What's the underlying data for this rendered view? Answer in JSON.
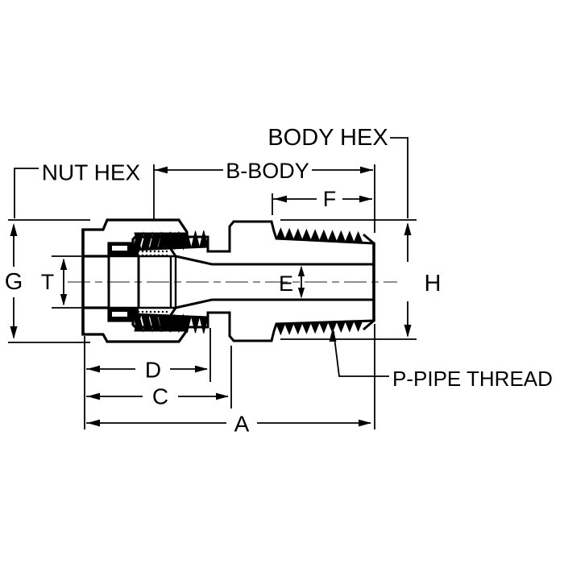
{
  "diagram": {
    "labels": {
      "nut_hex": "NUT HEX",
      "body_hex": "BODY HEX",
      "b_body": "B-BODY",
      "f": "F",
      "g": "G",
      "t": "T",
      "e": "E",
      "h": "H",
      "d": "D",
      "c": "C",
      "a": "A",
      "p_pipe_thread": "P-PIPE THREAD"
    },
    "colors": {
      "ink": "#000000",
      "background": "#ffffff",
      "centerline": "#8f8f8f"
    }
  }
}
